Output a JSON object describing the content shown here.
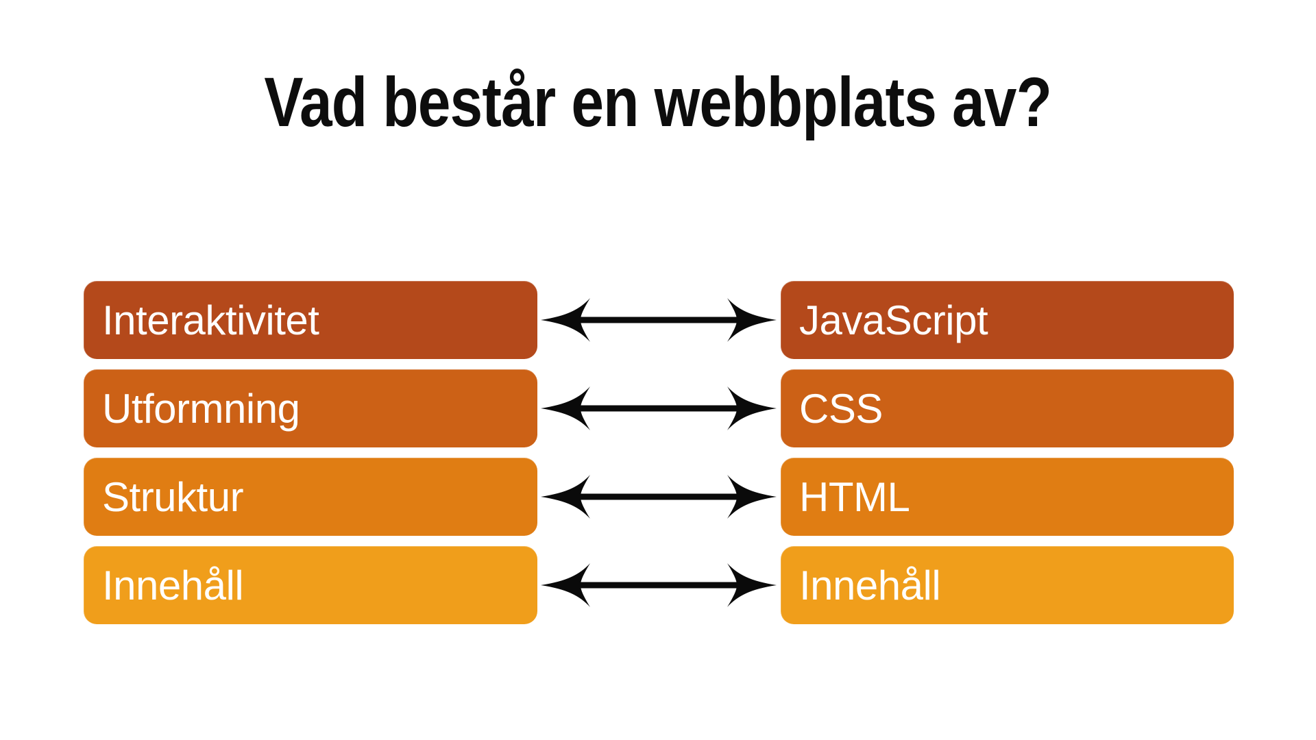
{
  "title": "Vad består en webbplats av?",
  "rows": [
    {
      "left": "Interaktivitet",
      "right": "JavaScript",
      "color": "#B4491B"
    },
    {
      "left": "Utformning",
      "right": "CSS",
      "color": "#CC6116"
    },
    {
      "left": "Struktur",
      "right": "HTML",
      "color": "#E07D13"
    },
    {
      "left": "Innehåll",
      "right": "Innehåll",
      "color": "#F09E1B"
    }
  ],
  "icons": {
    "connector": "double-headed-arrow"
  },
  "colors": {
    "background": "#FFFFFF",
    "title_text": "#0D0D0D",
    "box_text": "#FFFFFF",
    "arrow": "#0A0A0A"
  }
}
